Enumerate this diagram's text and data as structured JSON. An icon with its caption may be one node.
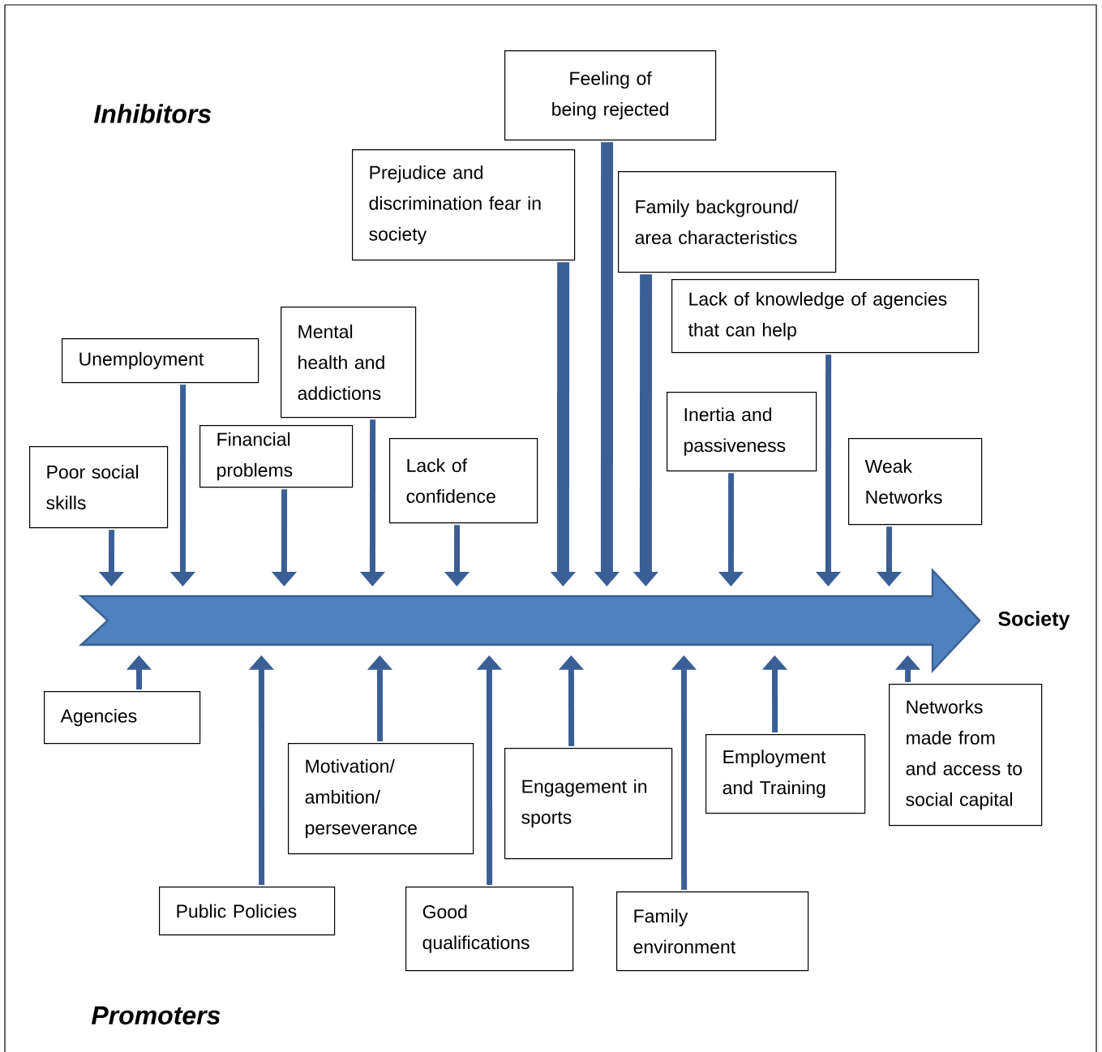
{
  "diagram": {
    "nodes": [
      {
        "text": [
          "Feeling of being rejected"
        ]
      },
      {
        "text": [
          "Prejudice and discrimination fear in society"
        ]
      },
      {
        "text": [
          "Family background/ area characteristics"
        ]
      },
      {
        "text": [
          "Lack of knowledge of agencies that can help"
        ]
      },
      {
        "text": [
          "Unemployment"
        ]
      },
      {
        "text": [
          "Mental health and addictions"
        ]
      },
      {
        "text": [
          "Financial problems"
        ]
      },
      {
        "text": [
          "Poor social skills"
        ]
      },
      {
        "text": [
          "Lack of confidence"
        ]
      },
      {
        "text": [
          "Inertia and passiveness"
        ]
      },
      {
        "text": [
          "Weak Networks"
        ]
      },
      {
        "text": [],
        "shape": "arrow",
        "beside": [
          "Society"
        ]
      },
      {
        "text": [
          "Agencies"
        ]
      },
      {
        "text": [
          "Networks made from and access to social capital"
        ]
      },
      {
        "text": [
          "Motivation/ ambition/ perseverance"
        ]
      },
      {
        "text": [
          "Engagement in sports"
        ]
      },
      {
        "text": [
          "Employment and Training"
        ]
      },
      {
        "text": [
          "Public Policies"
        ]
      },
      {
        "text": [
          "Good qualifications"
        ]
      },
      {
        "text": [
          "Family environment"
        ]
      }
    ],
    "edges": [
      {
        "from": 7,
        "to": 11,
        "arrow": "to"
      },
      {
        "from": 4,
        "to": 11,
        "arrow": "to"
      },
      {
        "from": 6,
        "to": 11,
        "arrow": "to"
      },
      {
        "from": 5,
        "to": 11,
        "arrow": "to"
      },
      {
        "from": 8,
        "to": 11,
        "arrow": "to"
      },
      {
        "from": 1,
        "to": 11,
        "arrow": "to",
        "style": "thick"
      },
      {
        "from": 0,
        "to": 11,
        "arrow": "to",
        "style": "thick"
      },
      {
        "from": 2,
        "to": 11,
        "arrow": "to",
        "style": "thick"
      },
      {
        "from": 9,
        "to": 11,
        "arrow": "to"
      },
      {
        "from": 3,
        "to": 11,
        "arrow": "to"
      },
      {
        "from": 10,
        "to": 11,
        "arrow": "to"
      },
      {
        "from": 12,
        "to": 11,
        "arrow": "to"
      },
      {
        "from": 17,
        "to": 11,
        "arrow": "to"
      },
      {
        "from": 14,
        "to": 11,
        "arrow": "to"
      },
      {
        "from": 18,
        "to": 11,
        "arrow": "to"
      },
      {
        "from": 15,
        "to": 11,
        "arrow": "to"
      },
      {
        "from": 19,
        "to": 11,
        "arrow": "to"
      },
      {
        "from": 16,
        "to": 11,
        "arrow": "to"
      },
      {
        "from": 13,
        "to": 11,
        "arrow": "to"
      }
    ],
    "labels": [
      "Inhibitors",
      "Promoters"
    ]
  }
}
